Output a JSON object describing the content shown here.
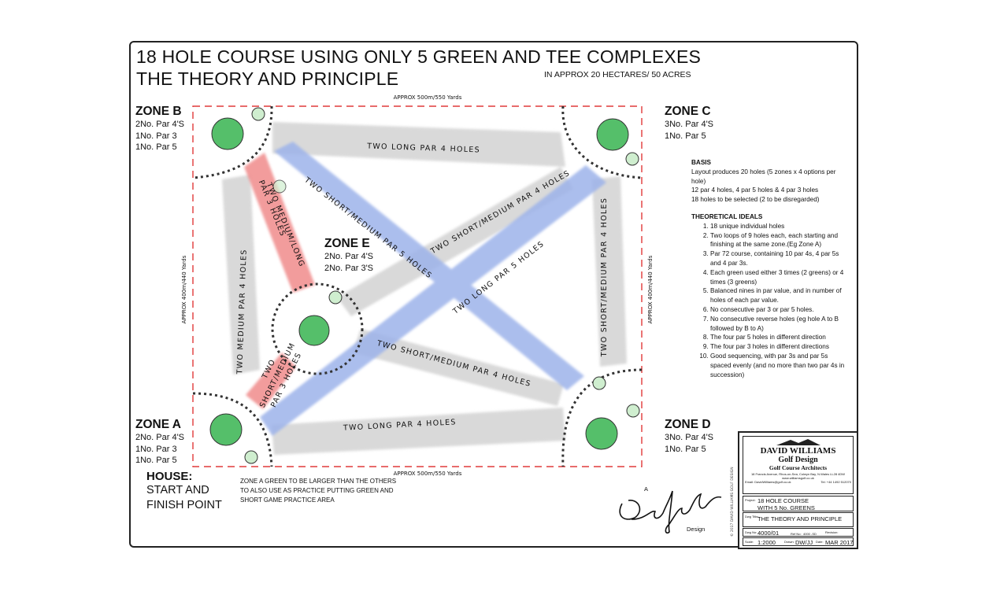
{
  "title": {
    "line1": "18 HOLE COURSE USING ONLY 5 GREEN AND TEE COMPLEXES",
    "line2": "THE THEORY AND PRINCIPLE",
    "area": "IN APPROX 20 HECTARES/ 50 ACRES"
  },
  "dimensions": {
    "top": "APPROX 500m/550 Yards",
    "bottom": "APPROX 500m/550 Yards",
    "left": "APPROX 400m/440 Yards",
    "right": "APPROX 400m/440 Yards"
  },
  "zones": {
    "a": {
      "name": "ZONE A",
      "lines": [
        "2No. Par 4'S",
        "1No. Par 3",
        "1No. Par 5"
      ]
    },
    "b": {
      "name": "ZONE B",
      "lines": [
        "2No. Par 4'S",
        "1No. Par 3",
        "1No. Par 5"
      ]
    },
    "c": {
      "name": "ZONE C",
      "lines": [
        "3No. Par 4'S",
        "1No. Par 5"
      ]
    },
    "d": {
      "name": "ZONE D",
      "lines": [
        "3No. Par 4'S",
        "1No. Par 5"
      ]
    },
    "e": {
      "name": "ZONE E",
      "lines": [
        "2No. Par 4'S",
        "2No. Par 3'S"
      ]
    }
  },
  "holes": {
    "long_top": "TWO LONG PAR 4 HOLES",
    "long_bottom": "TWO LONG PAR 4 HOLES",
    "medium_left": "TWO MEDIUM PAR 4 HOLES",
    "short_medium_right": "TWO SHORT/MEDIUM PAR 4 HOLES",
    "short_medium_e_ne": "TWO SHORT/MEDIUM PAR 4 HOLES",
    "short_medium_e_se": "TWO SHORT/MEDIUM PAR 4 HOLES",
    "short_medium_par5": "TWO SHORT/MEDIUM PAR 5 HOLES",
    "long_par5": "TWO LONG PAR 5 HOLES",
    "par3_b_line1": "TWO MEDIUM/LONG",
    "par3_b_line2": "PAR 3 HOLES",
    "par3_a_line1": "TWO",
    "par3_a_line2": "SHORT/MEDIUM",
    "par3_a_line3": "PAR 3 HOLES"
  },
  "house": {
    "title": "HOUSE:",
    "line1": "START AND",
    "line2": "FINISH POINT"
  },
  "zone_a_note": "ZONE A GREEN TO BE LARGER THAN THE OTHERS TO ALSO USE AS PRACTICE PUTTING GREEN AND SHORT GAME PRACTICE AREA",
  "basis": {
    "heading": "BASIS",
    "lines": [
      "Layout produces 20 holes (5 zones x 4 options per hole)",
      "12 par 4 holes, 4 par 5 holes & 4 par 3 holes",
      "18 holes to be selected (2 to be disregarded)"
    ]
  },
  "ideals": {
    "heading": "THEORETICAL IDEALS",
    "items": [
      "18 unique individual holes",
      "Two loops of 9 holes each, each starting and finishing at the same zone.(Eg Zone A)",
      "Par 72 course, containing 10 par 4s, 4 par 5s and 4 par 3s.",
      "Each green used either 3 times (2 greens) or 4 times (3 greens)",
      "Balanced nines in par value, and in number of holes of each par value.",
      "No consecutive par 3 or par 5 holes.",
      "No consecutive reverse holes (eg hole A to B followed by B to A)",
      "The four par 5 holes in different direction",
      "The four par 3 holes in different directions",
      "Good sequencing, with par 3s and par 5s spaced evenly (and no more than two par 4s in succession)"
    ]
  },
  "signature": {
    "prefix": "A",
    "suffix": "Design",
    "vertical": "© 2017 DAVID WILLIAMS GOLF DESIGN"
  },
  "title_block": {
    "firm_name": "DAVID WILLIAMS",
    "firm_name2": "Golf Design",
    "firm_tag": "Golf Course Architects",
    "address": "18 Francis Avenue, Rhos-on-Sea, Colwyn Bay, N.Wales LL28 4DW",
    "web": "www.williamsgolf.co.uk",
    "email": "Email: DavidWilliams@golf.co.uk",
    "tel": "Tel: +44 1492 512070",
    "project_label": "Project:",
    "project": [
      "18 HOLE COURSE",
      "WITH 5 No. GREENS"
    ],
    "drawing_label": "Dwg Title:",
    "drawing": "THE THEORY AND PRINCIPLE",
    "dwg_no_label": "Dwg No:",
    "dwg_no": "4000/01",
    "ref_label": "Ref No:",
    "ref": "4000 -SD",
    "rev_label": "Revision:",
    "scale_label": "Scale:",
    "scale": "1:2000",
    "drawn_label": "Drawn:",
    "drawn": "DW/JJ",
    "date_label": "Date:",
    "date": "MAR 2017"
  },
  "colors": {
    "fairway": "#e2e2e2",
    "par5_blue": "#9db3ea",
    "par3_red": "#f08b8b",
    "green_fill": "#55bf6a",
    "boundary": "#e03a3a",
    "dots": "#333333"
  }
}
